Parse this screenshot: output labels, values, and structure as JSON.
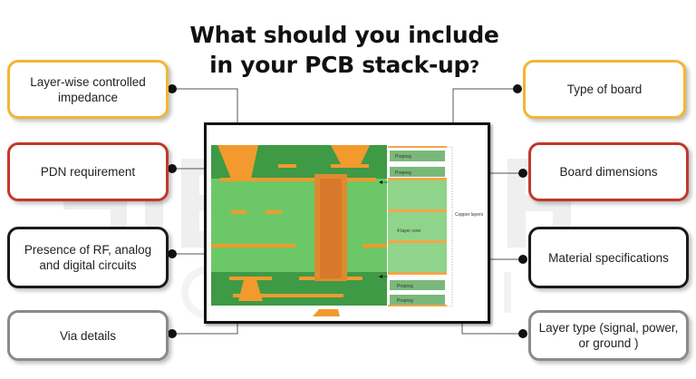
{
  "title": {
    "line1": "What should you include",
    "line2": "in your PCB stack-up",
    "qmark": "?"
  },
  "watermark": {
    "line1": "SIERRA",
    "line2": "CIRCUITS"
  },
  "colors": {
    "yellow": "#f2b632",
    "red": "#c0392b",
    "black": "#1a1a1a",
    "gray": "#8a8a8a",
    "green_dark": "#3e9a45",
    "green_light": "#6cc866",
    "copper": "#f29a2e"
  },
  "left_items": [
    {
      "label": "Layer-wise controlled impedance",
      "border": "yellow"
    },
    {
      "label": "PDN requirement",
      "border": "red"
    },
    {
      "label": "Presence of RF, analog and digital circuits",
      "border": "black"
    },
    {
      "label": "Via details",
      "border": "gray"
    }
  ],
  "right_items": [
    {
      "label": "Type of board",
      "border": "yellow"
    },
    {
      "label": "Board dimensions",
      "border": "red"
    },
    {
      "label": "Material specifications",
      "border": "black"
    },
    {
      "label": "Layer type (signal, power, or ground )",
      "border": "gray"
    }
  ],
  "diagram": {
    "prepreg_labels": [
      "Prepreg",
      "Prepreg",
      "Prepreg",
      "Prepreg"
    ],
    "core_label": "4 layer core",
    "copper_label": "Copper layers"
  }
}
